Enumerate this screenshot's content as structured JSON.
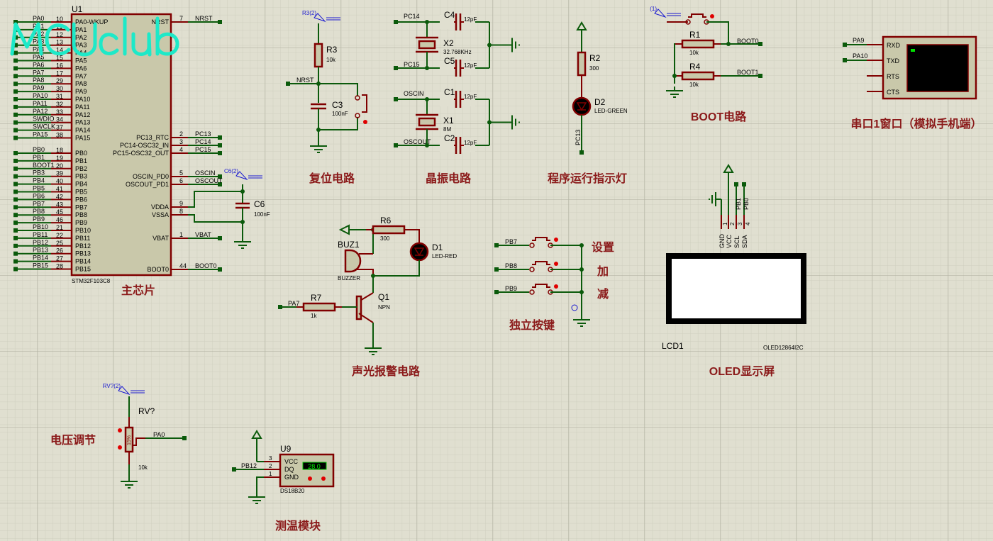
{
  "watermark": "MCUclub",
  "colors": {
    "background": "#e0dfd0",
    "grid_minor": "#cfcfbf",
    "grid_major": "#b5b5a5",
    "wire": "#0b5a0b",
    "pin": "#800000",
    "body": "#c9c8aa",
    "title": "#8b1a1a",
    "probe": "#1a1ad0"
  },
  "mcu": {
    "ref": "U1",
    "part": "STM32F103C8",
    "left_a": [
      [
        "PA0",
        "10",
        "PA0-WKUP"
      ],
      [
        "PA1",
        "11",
        "PA1"
      ],
      [
        "PA2",
        "12",
        "PA2"
      ],
      [
        "PA3",
        "13",
        "PA3"
      ],
      [
        "PA4",
        "14",
        "PA4"
      ],
      [
        "PA5",
        "15",
        "PA5"
      ],
      [
        "PA6",
        "16",
        "PA6"
      ],
      [
        "PA7",
        "17",
        "PA7"
      ],
      [
        "PA8",
        "29",
        "PA8"
      ],
      [
        "PA9",
        "30",
        "PA9"
      ],
      [
        "PA10",
        "31",
        "PA10"
      ],
      [
        "PA11",
        "32",
        "PA11"
      ],
      [
        "PA12",
        "33",
        "PA12"
      ],
      [
        "SWDIO",
        "34",
        "PA13"
      ],
      [
        "SWCLK",
        "37",
        "PA14"
      ],
      [
        "PA15",
        "38",
        "PA15"
      ]
    ],
    "left_b": [
      [
        "PB0",
        "18",
        "PB0"
      ],
      [
        "PB1",
        "19",
        "PB1"
      ],
      [
        "BOOT1",
        "20",
        "PB2"
      ],
      [
        "PB3",
        "39",
        "PB3"
      ],
      [
        "PB4",
        "40",
        "PB4"
      ],
      [
        "PB5",
        "41",
        "PB5"
      ],
      [
        "PB6",
        "42",
        "PB6"
      ],
      [
        "PB7",
        "43",
        "PB7"
      ],
      [
        "PB8",
        "45",
        "PB8"
      ],
      [
        "PB9",
        "46",
        "PB9"
      ],
      [
        "PB10",
        "21",
        "PB10"
      ],
      [
        "PB11",
        "22",
        "PB11"
      ],
      [
        "PB12",
        "25",
        "PB12"
      ],
      [
        "PB13",
        "26",
        "PB13"
      ],
      [
        "PB14",
        "27",
        "PB14"
      ],
      [
        "PB15",
        "28",
        "PB15"
      ]
    ],
    "right": [
      [
        "NRST",
        "7",
        "NRST"
      ],
      [
        "PC13",
        "2",
        "PC13_RTC"
      ],
      [
        "PC14",
        "3",
        "PC14-OSC32_IN"
      ],
      [
        "PC15",
        "4",
        "PC15-OSC32_OUT"
      ],
      [
        "OSCIN",
        "5",
        "OSCIN_PD0"
      ],
      [
        "OSCOUT",
        "6",
        "OSCOUT_PD1"
      ],
      [
        "",
        "9",
        "VDDA"
      ],
      [
        "",
        "8",
        "VSSA"
      ],
      [
        "VBAT",
        "1",
        "VBAT"
      ],
      [
        "BOOT0",
        "44",
        "BOOT0"
      ]
    ]
  },
  "sections": {
    "main_chip": "主芯片",
    "reset": "复位电路",
    "crystal": "晶振电路",
    "run_led": "程序运行指示灯",
    "boot": "BOOT电路",
    "uart": "串口1窗口（模拟手机端）",
    "alarm": "声光报警电路",
    "keys": "独立按键",
    "oled": "OLED显示屏",
    "voltage": "电压调节",
    "temp": "测温模块"
  },
  "key_labels": [
    "设置",
    "加",
    "减"
  ],
  "c6": {
    "ref": "C6",
    "value": "100nF",
    "probe": "C6(2)"
  },
  "reset": {
    "probe": "R3(2)",
    "r_ref": "R3",
    "r_val": "10k",
    "net": "NRST",
    "c_ref": "C3",
    "c_val": "100nF"
  },
  "crystal": {
    "nets": [
      "PC14",
      "PC15",
      "OSCIN",
      "OSCOUT"
    ],
    "caps": [
      [
        "C4",
        "12pF"
      ],
      [
        "C5",
        "12pF"
      ],
      [
        "C1",
        "12pF"
      ],
      [
        "C2",
        "12pF"
      ]
    ],
    "x2": [
      "X2",
      "32.768KHz"
    ],
    "x1": [
      "X1",
      "8M"
    ]
  },
  "run_led": {
    "r_ref": "R2",
    "r_val": "300",
    "d_ref": "D2",
    "d_val": "LED-GREEN",
    "net": "PC13"
  },
  "boot": {
    "probe": "(1)",
    "r1": [
      "R1",
      "10k"
    ],
    "r4": [
      "R4",
      "10k"
    ],
    "nets": [
      "BOOT0",
      "BOOT1"
    ]
  },
  "uart": {
    "nets": [
      "PA9",
      "PA10"
    ],
    "pins": [
      "RXD",
      "TXD",
      "RTS",
      "CTS"
    ]
  },
  "alarm": {
    "r6": [
      "R6",
      "300"
    ],
    "buz": [
      "BUZ1",
      "BUZZER"
    ],
    "d1": [
      "D1",
      "LED-RED"
    ],
    "r7": [
      "R7",
      "1k"
    ],
    "q1": [
      "Q1",
      "NPN"
    ],
    "net": "PA7"
  },
  "keys": {
    "nets": [
      "PB7",
      "PB8",
      "PB9"
    ]
  },
  "oled": {
    "nets": [
      "PB1",
      "PB0"
    ],
    "pin_nums": [
      "1",
      "2",
      "3",
      "4"
    ],
    "pins": [
      "GND",
      "VCC",
      "SCL",
      "SDA"
    ],
    "ref": "LCD1",
    "part": "OLED12864I2C"
  },
  "pot": {
    "probe": "RV?(2)",
    "ref": "RV?",
    "value": "10k",
    "percent": "15%",
    "net": "PA0"
  },
  "ds18b20": {
    "ref": "U9",
    "part": "DS18B20",
    "net": "PB12",
    "pin_nums": [
      "3",
      "2",
      "1"
    ],
    "pins": [
      "VCC",
      "DQ",
      "GND"
    ],
    "reading": "28.0"
  }
}
